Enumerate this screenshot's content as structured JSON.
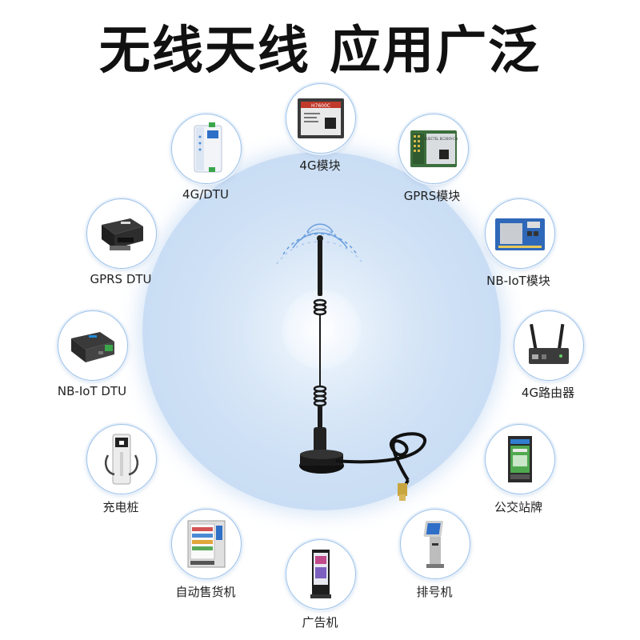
{
  "title": "无线天线 应用广泛",
  "devices": [
    {
      "id": "4g-module",
      "label": "4G模块",
      "icon": "4g-module-icon",
      "chip_text": "H7600C"
    },
    {
      "id": "gprs-module",
      "label": "GPRS模块",
      "icon": "gprs-module-icon",
      "chip_text": "QUECTEL BC260Y-CN"
    },
    {
      "id": "nbiot-module",
      "label": "NB-IoT模块",
      "icon": "nbiot-module-icon"
    },
    {
      "id": "4g-router",
      "label": "4G路由器",
      "icon": "router-icon"
    },
    {
      "id": "bus-stop-sign",
      "label": "公交站牌",
      "icon": "bus-stop-sign-icon"
    },
    {
      "id": "queue-machine",
      "label": "排号机",
      "icon": "queue-machine-icon"
    },
    {
      "id": "ad-machine",
      "label": "广告机",
      "icon": "ad-machine-icon"
    },
    {
      "id": "vending-machine",
      "label": "自动售货机",
      "icon": "vending-machine-icon"
    },
    {
      "id": "charging-pile",
      "label": "充电桩",
      "icon": "charging-pile-icon"
    },
    {
      "id": "nbiot-dtu",
      "label": "NB-IoT DTU",
      "icon": "nbiot-dtu-icon"
    },
    {
      "id": "gprs-dtu",
      "label": "GPRS DTU",
      "icon": "gprs-dtu-icon"
    },
    {
      "id": "4g-dtu",
      "label": "4G/DTU",
      "icon": "4g-dtu-icon"
    }
  ],
  "colors": {
    "title": "#111111",
    "ring": "#c9ddf4",
    "device_border": "#9ec2e8",
    "signal": "#3b82d8"
  }
}
